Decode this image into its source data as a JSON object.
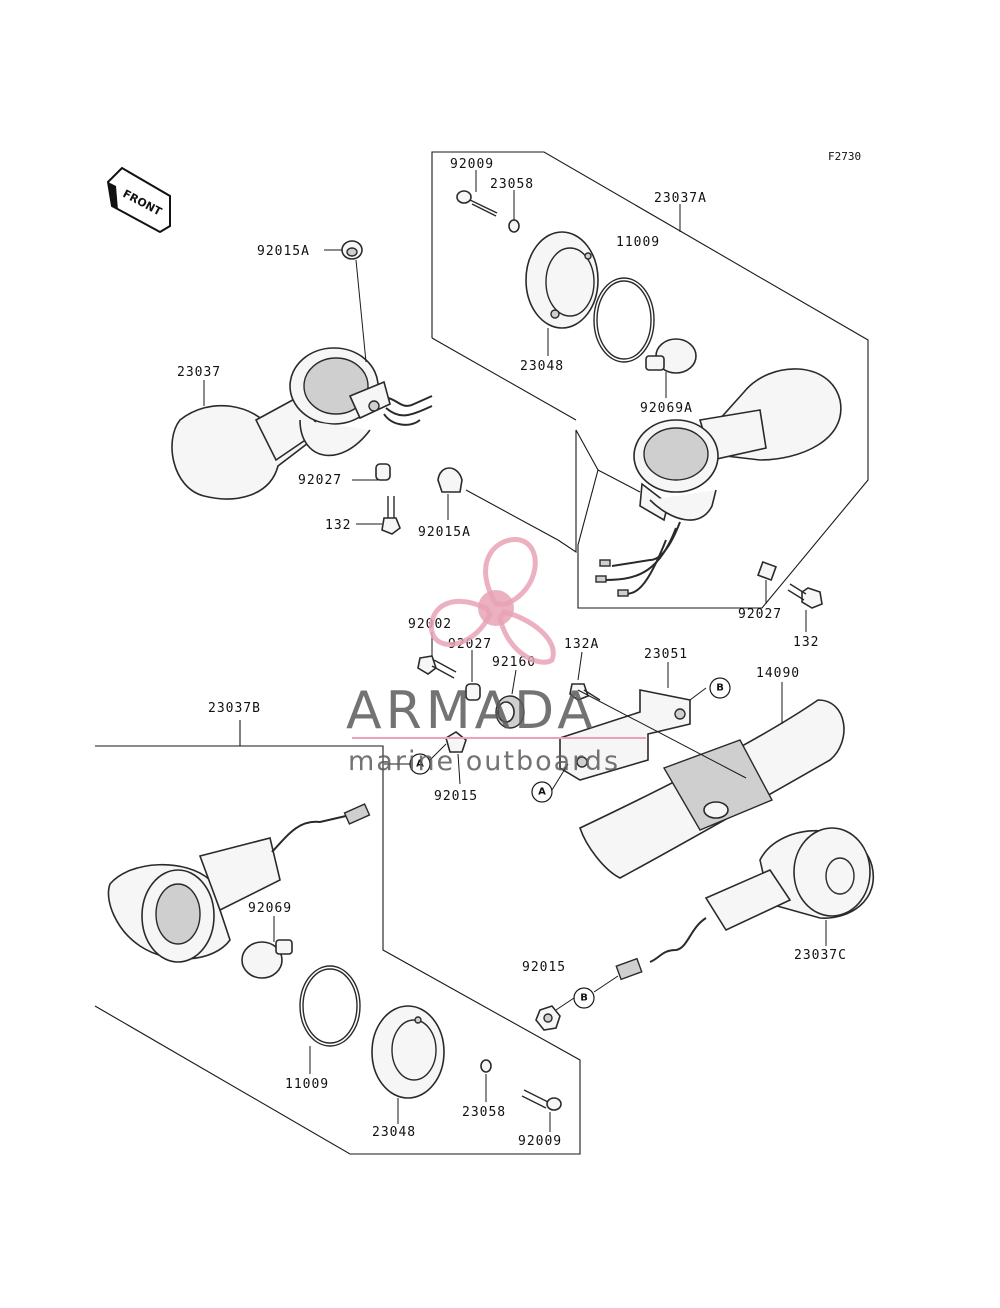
{
  "diagram": {
    "ref_code": "F2730",
    "front_label": "FRONT",
    "parts": {
      "p_92009_top": "92009",
      "p_23058_top": "23058",
      "p_23037A": "23037A",
      "p_11009_top": "11009",
      "p_23048_top": "23048",
      "p_92069A": "92069A",
      "p_92015A_left": "92015A",
      "p_23037": "23037",
      "p_92027_left": "92027",
      "p_132_left": "132",
      "p_92015A_mid": "92015A",
      "p_92027_right": "92027",
      "p_132_right": "132",
      "p_92002": "92002",
      "p_92027_mid": "92027",
      "p_92160": "92160",
      "p_132A": "132A",
      "p_23051": "23051",
      "p_14090": "14090",
      "p_23037B": "23037B",
      "p_92015_mid": "92015",
      "p_92069": "92069",
      "p_11009_bottom": "11009",
      "p_23048_bottom": "23048",
      "p_23058_bottom": "23058",
      "p_92009_bottom": "92009",
      "p_92015_bottom": "92015",
      "p_23037C": "23037C"
    },
    "callouts": {
      "A": "A",
      "B": "B"
    }
  },
  "watermark": {
    "brand": "ARMADA",
    "tagline": "marine outboards",
    "logo_icon": "propeller-icon",
    "logo_color": "#e8a3b6",
    "text_color": "#5a5a5a"
  }
}
